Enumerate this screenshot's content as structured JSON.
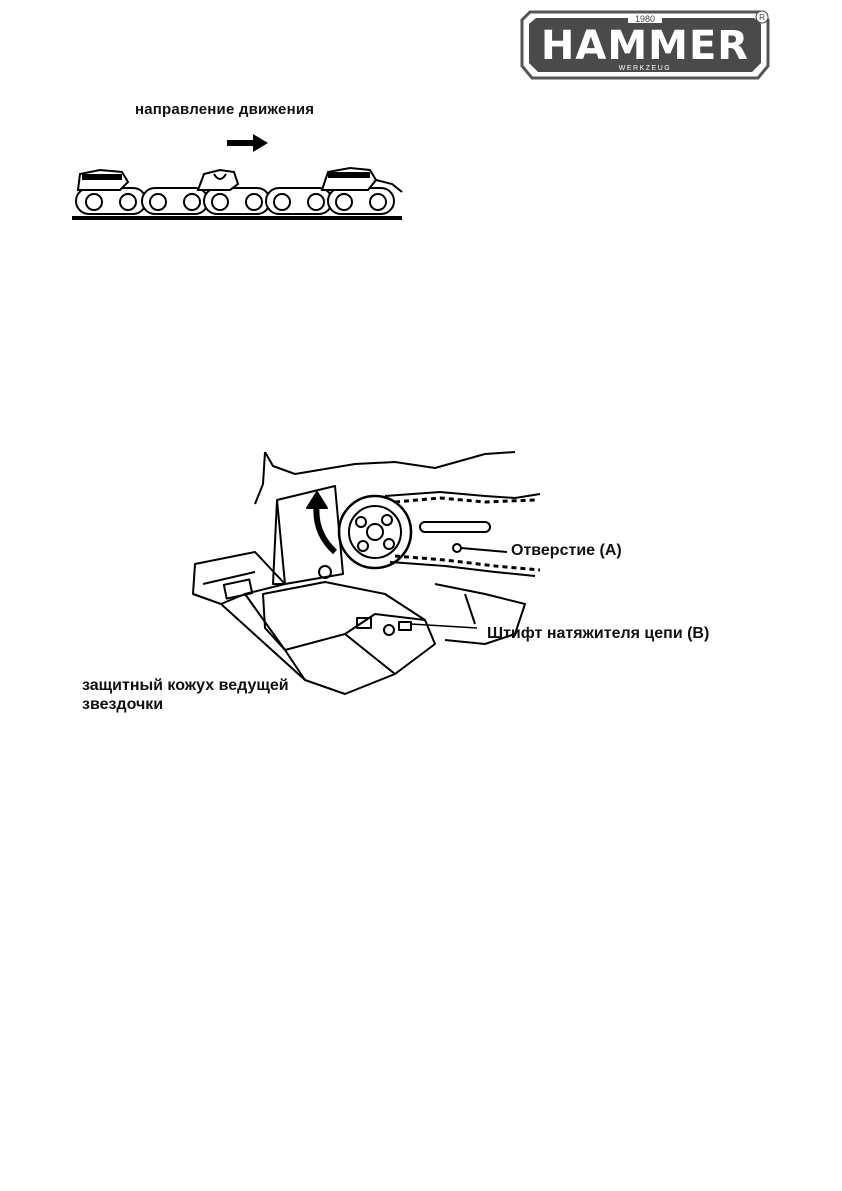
{
  "logo": {
    "brand": "HAMMER",
    "year": "1980",
    "subtitle": "WERKZEUG",
    "registered": "R",
    "color": "#4a4a4a"
  },
  "chain_figure": {
    "direction_label": "направление движения",
    "arrow_icon": "arrow-right-icon"
  },
  "saw_figure": {
    "label_hole": "Отверстие  (A)",
    "label_pin": "Штифт натяжителя цепи (B)",
    "label_guard_line1": "защитный кожух ведущей",
    "label_guard_line2": "звездочки"
  }
}
